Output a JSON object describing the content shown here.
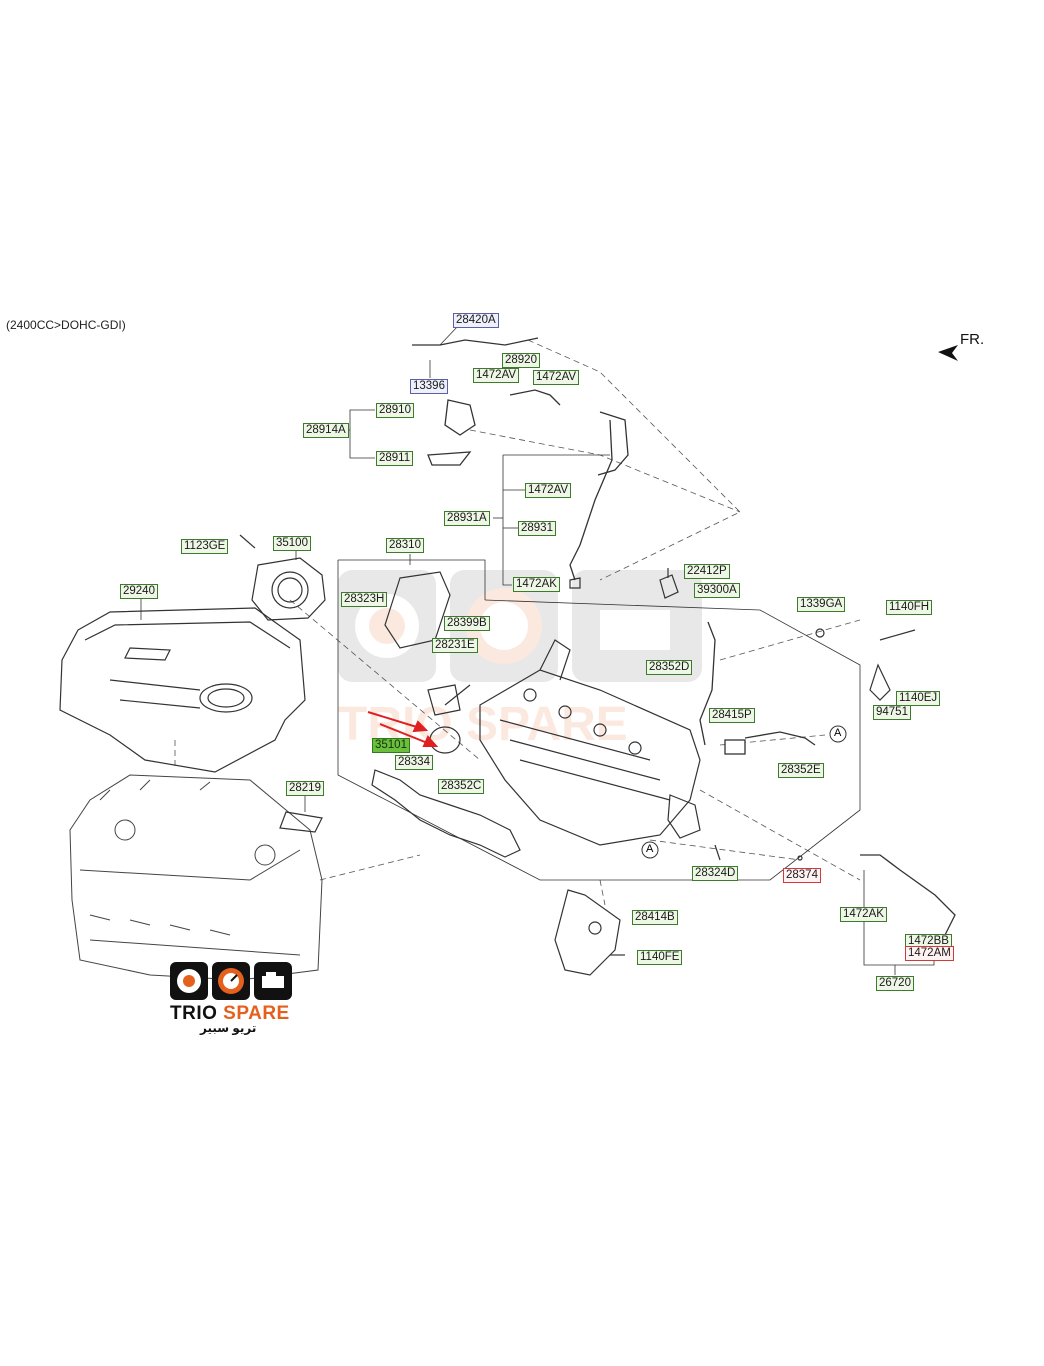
{
  "header": {
    "engine": "(2400CC>DOHC-GDI)",
    "direction": "FR."
  },
  "logo": {
    "brand_part1": "TRIO",
    "brand_part2": "SPARE",
    "arabic": "تريو سبير"
  },
  "watermark": {
    "text": "TRIO SPARE"
  },
  "colors": {
    "green_border": "#3c7a2c",
    "blue_border": "#5a5fa8",
    "red_border": "#d23a3a",
    "highlight": "#6bbf3c",
    "brand_orange": "#e4601c"
  },
  "markers": [
    "A",
    "A"
  ],
  "parts": [
    {
      "code": "28420A",
      "style": "blue"
    },
    {
      "code": "13396",
      "style": "blue"
    },
    {
      "code": "28920",
      "style": "green"
    },
    {
      "code": "1472AV",
      "style": "green"
    },
    {
      "code": "1472AV",
      "style": "green"
    },
    {
      "code": "28910",
      "style": "green"
    },
    {
      "code": "28914A",
      "style": "green"
    },
    {
      "code": "28911",
      "style": "green"
    },
    {
      "code": "1472AV",
      "style": "green"
    },
    {
      "code": "28931A",
      "style": "green"
    },
    {
      "code": "28931",
      "style": "green"
    },
    {
      "code": "1472AK",
      "style": "green"
    },
    {
      "code": "1123GE",
      "style": "green"
    },
    {
      "code": "35100",
      "style": "green"
    },
    {
      "code": "28310",
      "style": "green"
    },
    {
      "code": "22412P",
      "style": "green"
    },
    {
      "code": "39300A",
      "style": "green"
    },
    {
      "code": "29240",
      "style": "green"
    },
    {
      "code": "28323H",
      "style": "green"
    },
    {
      "code": "1339GA",
      "style": "green"
    },
    {
      "code": "1140FH",
      "style": "green"
    },
    {
      "code": "28399B",
      "style": "green"
    },
    {
      "code": "28231E",
      "style": "green"
    },
    {
      "code": "28352D",
      "style": "green"
    },
    {
      "code": "1140EJ",
      "style": "green"
    },
    {
      "code": "94751",
      "style": "green"
    },
    {
      "code": "28415P",
      "style": "green"
    },
    {
      "code": "35101",
      "style": "highlight"
    },
    {
      "code": "28334",
      "style": "green"
    },
    {
      "code": "28352E",
      "style": "green"
    },
    {
      "code": "28219",
      "style": "green"
    },
    {
      "code": "28352C",
      "style": "green"
    },
    {
      "code": "28324D",
      "style": "green"
    },
    {
      "code": "28374",
      "style": "red"
    },
    {
      "code": "1472AK",
      "style": "green"
    },
    {
      "code": "28414B",
      "style": "green"
    },
    {
      "code": "1472BB",
      "style": "green"
    },
    {
      "code": "1472AM",
      "style": "red"
    },
    {
      "code": "1140FE",
      "style": "green"
    },
    {
      "code": "26720",
      "style": "green"
    }
  ]
}
